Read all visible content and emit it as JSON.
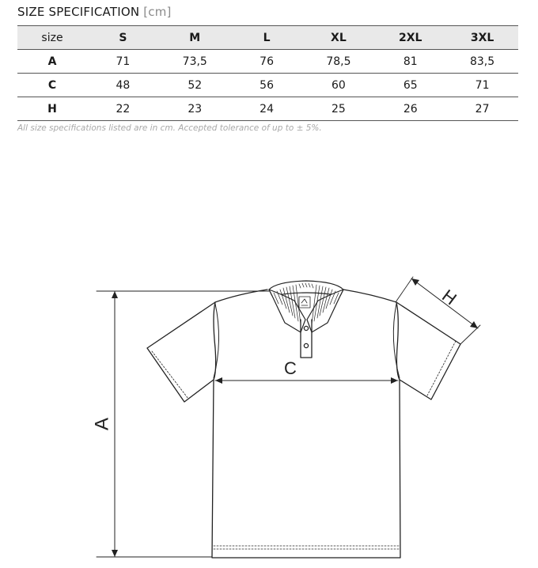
{
  "heading": {
    "title": "SIZE SPECIFICATION",
    "unit": "[cm]"
  },
  "table": {
    "corner_label": "size",
    "sizes": [
      "S",
      "M",
      "L",
      "XL",
      "2XL",
      "3XL"
    ],
    "rows": [
      {
        "label": "A",
        "values": [
          "71",
          "73,5",
          "76",
          "78,5",
          "81",
          "83,5"
        ]
      },
      {
        "label": "C",
        "values": [
          "48",
          "52",
          "56",
          "60",
          "65",
          "71"
        ]
      },
      {
        "label": "H",
        "values": [
          "22",
          "23",
          "24",
          "25",
          "26",
          "27"
        ]
      }
    ]
  },
  "note": "All size specifications listed are in cm. Accepted tolerance of up to ± 5%.",
  "diagram": {
    "label_a": "A",
    "label_c": "C",
    "label_h": "H"
  },
  "colors": {
    "header_background": "#e9e9e9",
    "rule": "#555555",
    "note_text": "#a9a9a9",
    "line_art": "#222222"
  }
}
